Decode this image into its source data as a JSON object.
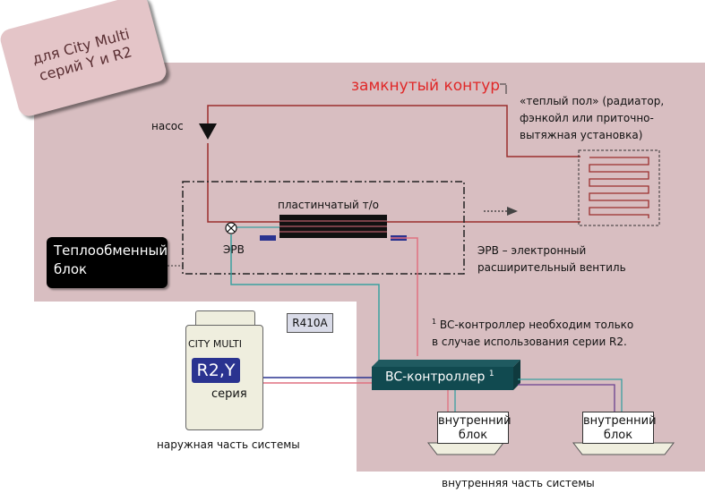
{
  "badge": {
    "line1": "для City Multi",
    "line2": "серий Y и R2"
  },
  "loop": {
    "title": "замкнутый контур",
    "pump": "насос"
  },
  "consumer": {
    "line1": "«теплый пол» (радиатор,",
    "line2": "фэнкойл или приточно-",
    "line3": "вытяжная установка)"
  },
  "heat_exchanger": {
    "label": "пластинчатый т/о"
  },
  "valve": {
    "label": "ЭРВ",
    "desc_line1": "ЭРВ – электронный",
    "desc_line2": "расширительный вентиль"
  },
  "hx_block": {
    "line1": "Теплообменный",
    "line2": "блок"
  },
  "refrigerant": {
    "label": "R410A"
  },
  "outdoor_unit": {
    "brand": "CITY MULTI",
    "model": "R2,Y",
    "series": "серия",
    "caption": "наружная часть системы"
  },
  "note": {
    "sup": "1",
    "line1": "BC-контроллер необходим только",
    "line2": "в случае использования  серии R2."
  },
  "bc_controller": {
    "label": "BC-контроллер",
    "sup": "1"
  },
  "indoor_units": [
    {
      "line1": "внутренний",
      "line2": "блок"
    },
    {
      "line1": "внутренний",
      "line2": "блок"
    }
  ],
  "indoor_caption": "внутренняя часть системы",
  "colors": {
    "area": "#d8bec1",
    "loop_title": "#e02828",
    "water_line": "#9a2e2e",
    "gas_line": "#e07080",
    "liquid_line": "#3aa0a0",
    "refr_blue": "#2a3390"
  }
}
